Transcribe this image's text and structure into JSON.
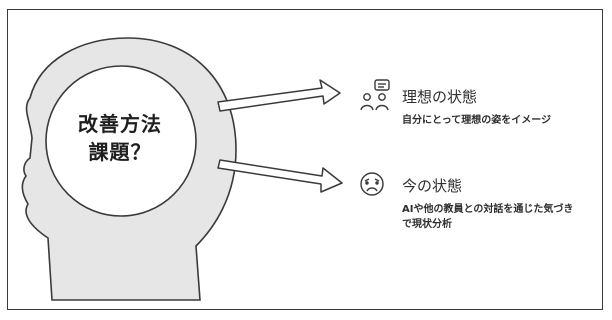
{
  "head": {
    "line1": "改善方法",
    "line2": "課題？"
  },
  "ideal": {
    "icon": "conversation-people-icon",
    "title": "理想の状態",
    "description": "自分にとって理想の姿をイメージ"
  },
  "current": {
    "icon": "sad-face-icon",
    "title": "今の状態",
    "description_line1": "AIや他の教員との対話を通じた気づき",
    "description_line2": "で現状分析"
  },
  "colors": {
    "stroke": "#3a3a3a",
    "head_fill": "#e6e6e6",
    "inner_fill": "#ffffff"
  }
}
